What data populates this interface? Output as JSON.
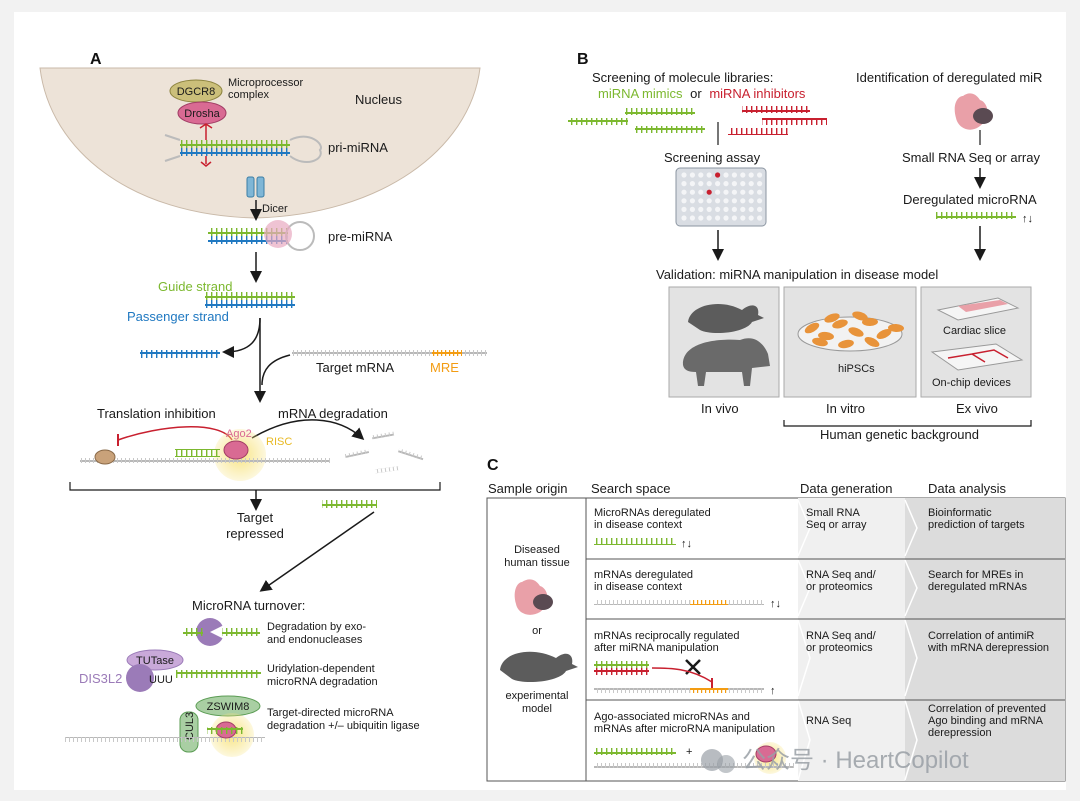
{
  "panelA": {
    "label": "A",
    "nucleus": "Nucleus",
    "dgcr8": "DGCR8",
    "drosha": "Drosha",
    "microprocessor": [
      "Microprocessor",
      "complex"
    ],
    "pri_mirna": "pri-miRNA",
    "dicer": "Dicer",
    "pre_mirna": "pre-miRNA",
    "guide_strand": "Guide strand",
    "passenger_strand": "Passenger strand",
    "target_mrna": "Target mRNA",
    "mre": "MRE",
    "translation_inhibition": "Translation inhibition",
    "mrna_degradation": "mRNA degradation",
    "ago2": "Ago2",
    "risc": "RISC",
    "target_repressed": [
      "Target",
      "repressed"
    ],
    "turnover_title": "MicroRNA turnover:",
    "turnover1": [
      "Degradation by exo-",
      "and endonucleases"
    ],
    "tutase": "TUTase",
    "uuu": "UUU",
    "dis3l2": "DIS3L2",
    "turnover2": [
      "Uridylation-dependent",
      "microRNA degradation"
    ],
    "zswim8": "ZSWIM8",
    "cul3": "CUL3",
    "turnover3": [
      "Target-directed microRNA",
      "degradation +/– ubiquitin ligase"
    ]
  },
  "panelB": {
    "label": "B",
    "screening_title": "Screening of molecule libraries:",
    "mimics": "miRNA mimics",
    "or": "or",
    "inhibitors": "miRNA inhibitors",
    "identification": "Identification of deregulated miR",
    "screening_assay": "Screening assay",
    "small_rna_seq": "Small RNA Seq or array",
    "deregulated": "Deregulated microRNA",
    "validation": "Validation: miRNA manipulation in disease model",
    "hipscs": "hiPSCs",
    "cardiac_slice": "Cardiac slice",
    "on_chip": "On-chip devices",
    "in_vivo": "In vivo",
    "in_vitro": "In vitro",
    "ex_vivo": "Ex vivo",
    "human_genetic": "Human genetic background"
  },
  "panelC": {
    "label": "C",
    "headers": [
      "Sample origin",
      "Search space",
      "Data generation",
      "Data analysis"
    ],
    "sample_diseased": [
      "Diseased",
      "human tissue"
    ],
    "sample_or": "or",
    "sample_experimental": [
      "experimental",
      "model"
    ],
    "rows": [
      {
        "search": [
          "MicroRNAs deregulated",
          "in disease context"
        ],
        "gen": [
          "Small RNA",
          "Seq or array"
        ],
        "analysis": [
          "Bioinformatic",
          "prediction of targets"
        ]
      },
      {
        "search": [
          "mRNAs deregulated",
          "in disease context"
        ],
        "gen": [
          "RNA Seq and/",
          "or proteomics"
        ],
        "analysis": [
          "Search for MREs in",
          "deregulated mRNAs"
        ]
      },
      {
        "search": [
          "mRNAs reciprocally regulated",
          "after miRNA manipulation"
        ],
        "gen": [
          "RNA Seq and/",
          "or proteomics"
        ],
        "analysis": [
          "Correlation of antimiR",
          "with mRNA derepression"
        ]
      },
      {
        "search": [
          "Ago-associated microRNAs and",
          "mRNAs after microRNA manipulation"
        ],
        "gen": [
          "RNA Seq"
        ],
        "analysis": [
          "Correlation of prevented",
          "Ago binding and mRNA",
          "derepression"
        ]
      }
    ]
  },
  "watermark": "公众号 · HeartCopilot",
  "colors": {
    "green": "#7cb82f",
    "red": "#c8202f",
    "blue": "#1f78c1",
    "orange": "#f39c12",
    "purple": "#9b7bb8",
    "pink": "#d96a93"
  }
}
